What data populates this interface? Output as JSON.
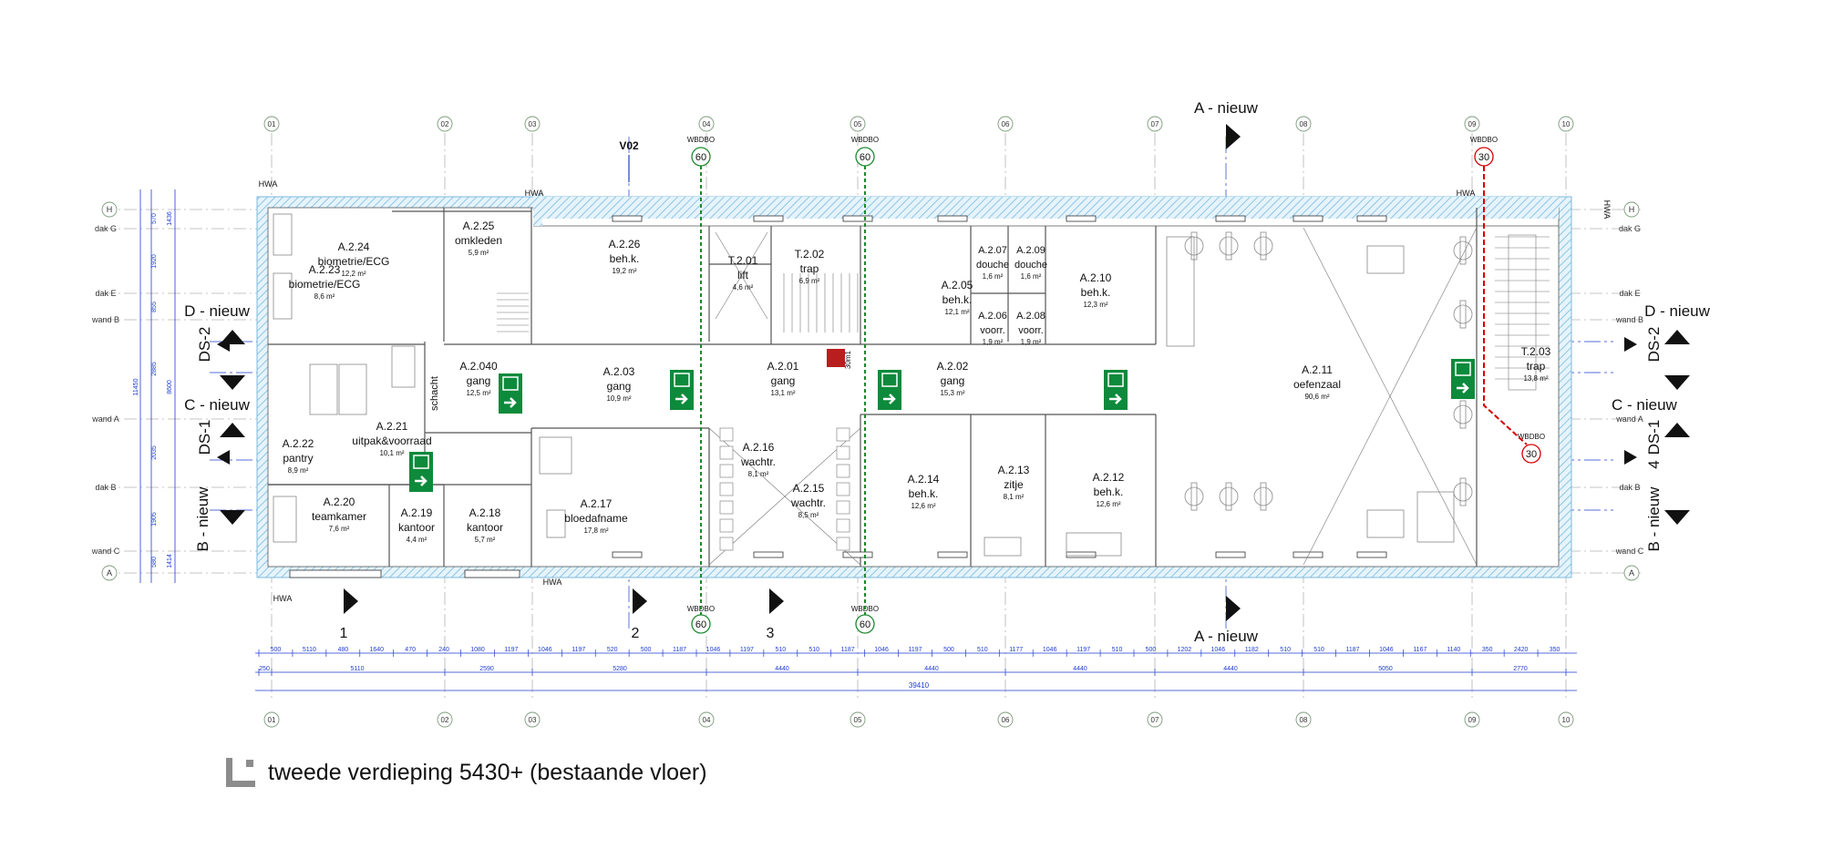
{
  "drawing_title": "tweede verdieping 5430+ (bestaande vloer)",
  "colors": {
    "grid": "#b3b3b3",
    "wall": "#8cc6e6",
    "line": "#555555",
    "blue_dim": "#1f3dcf",
    "green": "#1a8a2e",
    "red": "#d40000",
    "exit_sign": "#0d8a3b"
  },
  "grid_columns": [
    "01",
    "02",
    "03",
    "04",
    "05",
    "06",
    "07",
    "08",
    "09",
    "10"
  ],
  "grid_rows": [
    {
      "label": "H",
      "bubble": true
    },
    {
      "label": "dak G",
      "bubble": false
    },
    {
      "label": "dak E",
      "bubble": false
    },
    {
      "label": "wand B",
      "bubble": false
    },
    {
      "label": "wand A",
      "bubble": false
    },
    {
      "label": "dak B",
      "bubble": false
    },
    {
      "label": "wand C",
      "bubble": false
    },
    {
      "label": "A",
      "bubble": true
    }
  ],
  "row_labels_right": [
    "dak G",
    "dak E",
    "wand B",
    "wand A",
    "dak B",
    "wand C"
  ],
  "left_dims_inner": [
    "570",
    "1920",
    "855",
    "2885",
    "2035",
    "1905",
    "580"
  ],
  "left_dims_outer": [
    "1436",
    "8600",
    "1414"
  ],
  "left_dim_total": "11450",
  "sections": {
    "top_A": "A - nieuw",
    "bottom_A": "A - nieuw",
    "left_D": "D - nieuw",
    "left_C": "C - nieuw",
    "left_B": "B - nieuw",
    "left_DS2": "DS-2",
    "left_DS1": "DS-1",
    "right_D": "D - nieuw",
    "right_C": "C - nieuw",
    "right_B": "B - nieuw",
    "right_DS2": "DS-2",
    "right_DS1": "DS-1",
    "right_4": "4",
    "mark_1": "1",
    "mark_2": "2",
    "mark_3": "3",
    "v02": "V02"
  },
  "wbdbo": [
    {
      "label": "WBDBO",
      "value": "60",
      "pos": "top-04"
    },
    {
      "label": "WBDBO",
      "value": "60",
      "pos": "top-05"
    },
    {
      "label": "WBDBO",
      "value": "30",
      "pos": "top-09"
    },
    {
      "label": "WBDBO",
      "value": "60",
      "pos": "bottom-04"
    },
    {
      "label": "WBDBO",
      "value": "60",
      "pos": "bottom-05"
    },
    {
      "label": "WBDBO",
      "value": "30",
      "pos": "right-side"
    }
  ],
  "hwa": [
    "HWA",
    "HWA",
    "HWA",
    "HWA",
    "HWA",
    "HWA"
  ],
  "rooms": [
    {
      "code": "A.2.24",
      "name": "biometrie/ECG",
      "area": "12,2 m²"
    },
    {
      "code": "A.2.25",
      "name": "omkleden",
      "area": "5,9 m²"
    },
    {
      "code": "A.2.23",
      "name": "biometrie/ECG",
      "area": "8,6 m²"
    },
    {
      "code": "A.2.26",
      "name": "beh.k.",
      "area": "19,2 m²"
    },
    {
      "code": "T.2.01",
      "name": "lift",
      "area": "4,6 m²"
    },
    {
      "code": "T.2.02",
      "name": "trap",
      "area": "6,9 m²"
    },
    {
      "code": "A.2.05",
      "name": "beh.k.",
      "area": "12,1 m²"
    },
    {
      "code": "A.2.07",
      "name": "douche",
      "area": "1,6 m²"
    },
    {
      "code": "A.2.09",
      "name": "douche",
      "area": "1,6 m²"
    },
    {
      "code": "A.2.10",
      "name": "beh.k.",
      "area": "12,3 m²"
    },
    {
      "code": "A.2.06",
      "name": "voorr.",
      "area": "1,9 m²"
    },
    {
      "code": "A.2.08",
      "name": "voorr.",
      "area": "1,9 m²"
    },
    {
      "code": "A.2.040",
      "name": "gang",
      "area": "12,5 m²"
    },
    {
      "code": "A.2.03",
      "name": "gang",
      "area": "10,9 m²"
    },
    {
      "code": "A.2.01",
      "name": "gang",
      "area": "13,1 m²"
    },
    {
      "code": "A.2.02",
      "name": "gang",
      "area": "15,3 m²"
    },
    {
      "code": "A.2.11",
      "name": "oefenzaal",
      "area": "90,6 m²"
    },
    {
      "code": "T.2.03",
      "name": "trap",
      "area": "13,8 m²"
    },
    {
      "code": "A.2.21",
      "name": "uitpak&voorraad",
      "area": "10,1 m²"
    },
    {
      "code": "A.2.22",
      "name": "pantry",
      "area": "8,9 m²"
    },
    {
      "code": "A.2.16",
      "name": "wachtr.",
      "area": "8,1 m²"
    },
    {
      "code": "A.2.15",
      "name": "wachtr.",
      "area": "8,5 m²"
    },
    {
      "code": "A.2.14",
      "name": "beh.k.",
      "area": "12,6 m²"
    },
    {
      "code": "A.2.13",
      "name": "zitje",
      "area": "8,1 m²"
    },
    {
      "code": "A.2.12",
      "name": "beh.k.",
      "area": "12,6 m²"
    },
    {
      "code": "A.2.17",
      "name": "bloedafname",
      "area": "17,8 m²"
    },
    {
      "code": "A.2.20",
      "name": "teamkamer",
      "area": "7,6 m²"
    },
    {
      "code": "A.2.19",
      "name": "kantoor",
      "area": "4,4 m²"
    },
    {
      "code": "A.2.18",
      "name": "kantoor",
      "area": "5,7 m²"
    }
  ],
  "schacht": "schacht",
  "ext_label": "30m1",
  "dims_row1": [
    "500",
    "5110",
    "480",
    "1640",
    "470",
    "240",
    "1080",
    "1197",
    "1046",
    "1197",
    "520",
    "500",
    "1187",
    "1046",
    "1197",
    "510",
    "510",
    "1187",
    "1046",
    "1197",
    "500",
    "510",
    "1177",
    "1046",
    "1197",
    "510",
    "500",
    "1202",
    "1046",
    "1182",
    "510",
    "510",
    "1187",
    "1046",
    "1167",
    "1140",
    "350",
    "2420",
    "350"
  ],
  "dims_row2": [
    "250",
    "5110",
    "2590",
    "5280",
    "4440",
    "4440",
    "4440",
    "4440",
    "5050",
    "2770"
  ],
  "dims_total": "39410"
}
